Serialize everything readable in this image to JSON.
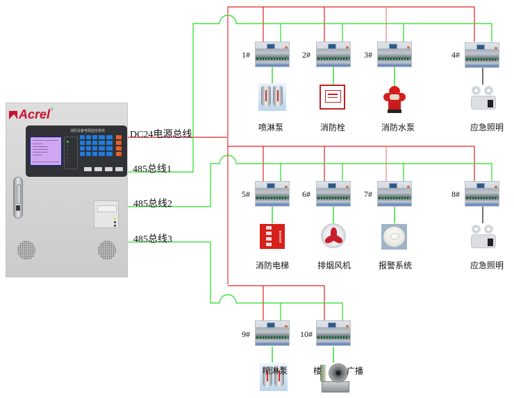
{
  "diagram": {
    "title": "Fire equipment power supply monitoring system wiring",
    "colors": {
      "power_bus": "#e02020",
      "power_bus_trunk": "#f08080",
      "rs485_bus": "#22dd22",
      "device_link": "#22dd22",
      "device_link_alt": "#111111"
    },
    "cabinet": {
      "brand": "Acrel",
      "registered_mark": "®",
      "console_title": "消防设备电源监控系统"
    },
    "buses": [
      {
        "id": "dc24",
        "label": "DC24电源总线",
        "type": "power"
      },
      {
        "id": "rs485_1",
        "label": "485总线1",
        "type": "rs485"
      },
      {
        "id": "rs485_2",
        "label": "485总线2",
        "type": "rs485"
      },
      {
        "id": "rs485_3",
        "label": "485总线3",
        "type": "rs485"
      }
    ],
    "modules": [
      {
        "id": "1#",
        "bus": "485总线1",
        "device": "喷淋泵",
        "device_icon": "sprinkler-icon"
      },
      {
        "id": "2#",
        "bus": "485总线1",
        "device": "消防栓",
        "device_icon": "fire-hydrant-box-icon"
      },
      {
        "id": "3#",
        "bus": "485总线1",
        "device": "消防水泵",
        "device_icon": "fire-hydrant-icon"
      },
      {
        "id": "4#",
        "bus": "485总线1",
        "device": "应急照明",
        "device_icon": "emergency-light-icon"
      },
      {
        "id": "5#",
        "bus": "485总线2",
        "device": "消防电梯",
        "device_icon": "fire-elevator-sign-icon"
      },
      {
        "id": "6#",
        "bus": "485总线2",
        "device": "排烟风机",
        "device_icon": "smoke-exhaust-fan-icon"
      },
      {
        "id": "7#",
        "bus": "485总线2",
        "device": "报警系统",
        "device_icon": "smoke-detector-icon"
      },
      {
        "id": "8#",
        "bus": "485总线2",
        "device": "应急照明",
        "device_icon": "emergency-light-icon"
      },
      {
        "id": "9#",
        "bus": "485总线3",
        "device": "喷淋泵",
        "device_icon": "sprinkler-icon"
      },
      {
        "id": "10#",
        "bus": "485总线3",
        "device": "楼宇广播",
        "device_icon": "broadcast-speaker-icon"
      }
    ],
    "broadcast_label_left": "楼",
    "broadcast_label_right": "广播"
  }
}
